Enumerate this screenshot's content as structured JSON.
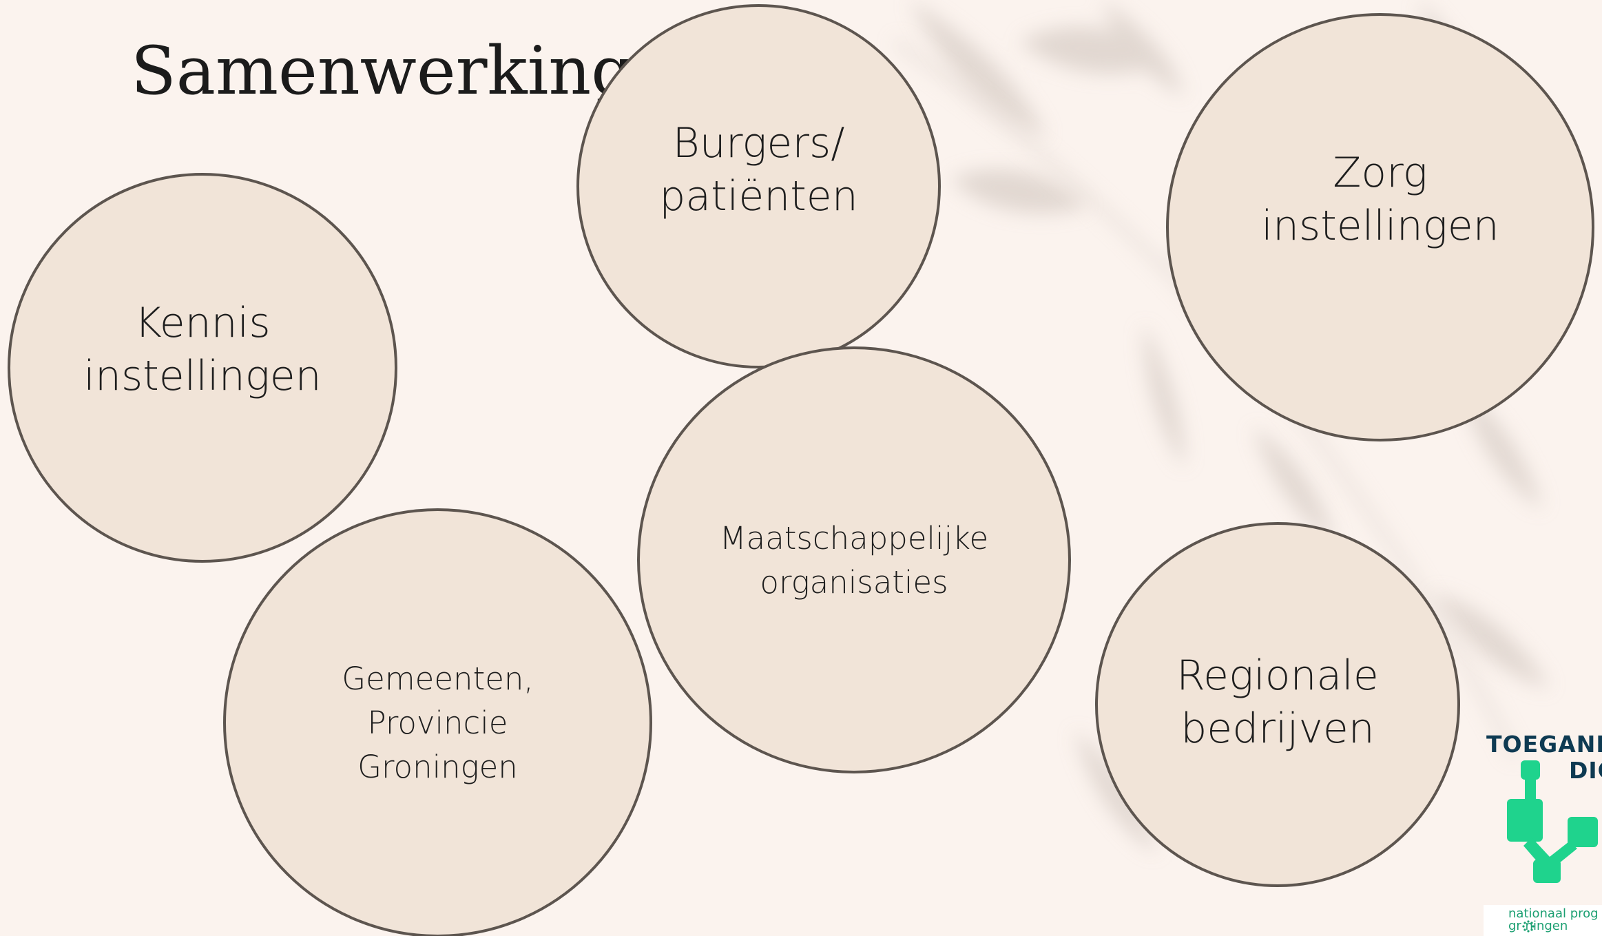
{
  "slide": {
    "title": "Samenwerking",
    "background_color": "#fbf3ee",
    "circle_fill": "#f1e4d8",
    "circle_stroke": "#5d554f"
  },
  "circles": {
    "burgers": "Burgers/\npatiënten",
    "zorg": "Zorg\ninstellingen",
    "kennis": "Kennis\ninstellingen",
    "maatschappelijke": "Maatschappelijke\norganisaties",
    "gemeenten": "Gemeenten,\nProvincie\nGroningen",
    "regionale": "Regionale\nbedrijven"
  },
  "logo": {
    "line1": "TOEGANKE",
    "line2": "DIG",
    "footer_line1": "nationaal prog",
    "footer_line2": "gr   ningen",
    "accent_color": "#1fd38d",
    "text_color": "#0e3a52"
  }
}
